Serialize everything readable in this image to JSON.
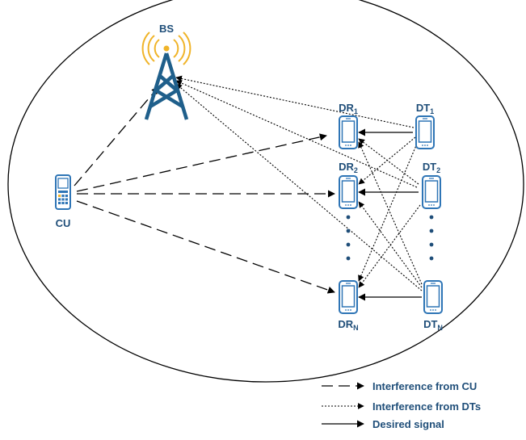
{
  "nodes": {
    "bs": "BS",
    "cu": "CU",
    "dr1": {
      "main": "DR",
      "sub": "1"
    },
    "dr2": {
      "main": "DR",
      "sub": "2"
    },
    "drn": {
      "main": "DR",
      "sub": "N"
    },
    "dt1": {
      "main": "DT",
      "sub": "1"
    },
    "dt2": {
      "main": "DT",
      "sub": "2"
    },
    "dtn": {
      "main": "DT",
      "sub": "N"
    }
  },
  "legend": {
    "cu_interference": "Interference from CU",
    "dt_interference": "Interference from DTs",
    "desired": "Desired signal"
  },
  "colors": {
    "node": "#2e75b6",
    "node_dark": "#1f4e79",
    "antenna_waves": "#f0b429",
    "cu_keypad": "#f0b429",
    "lines": "#000000"
  }
}
